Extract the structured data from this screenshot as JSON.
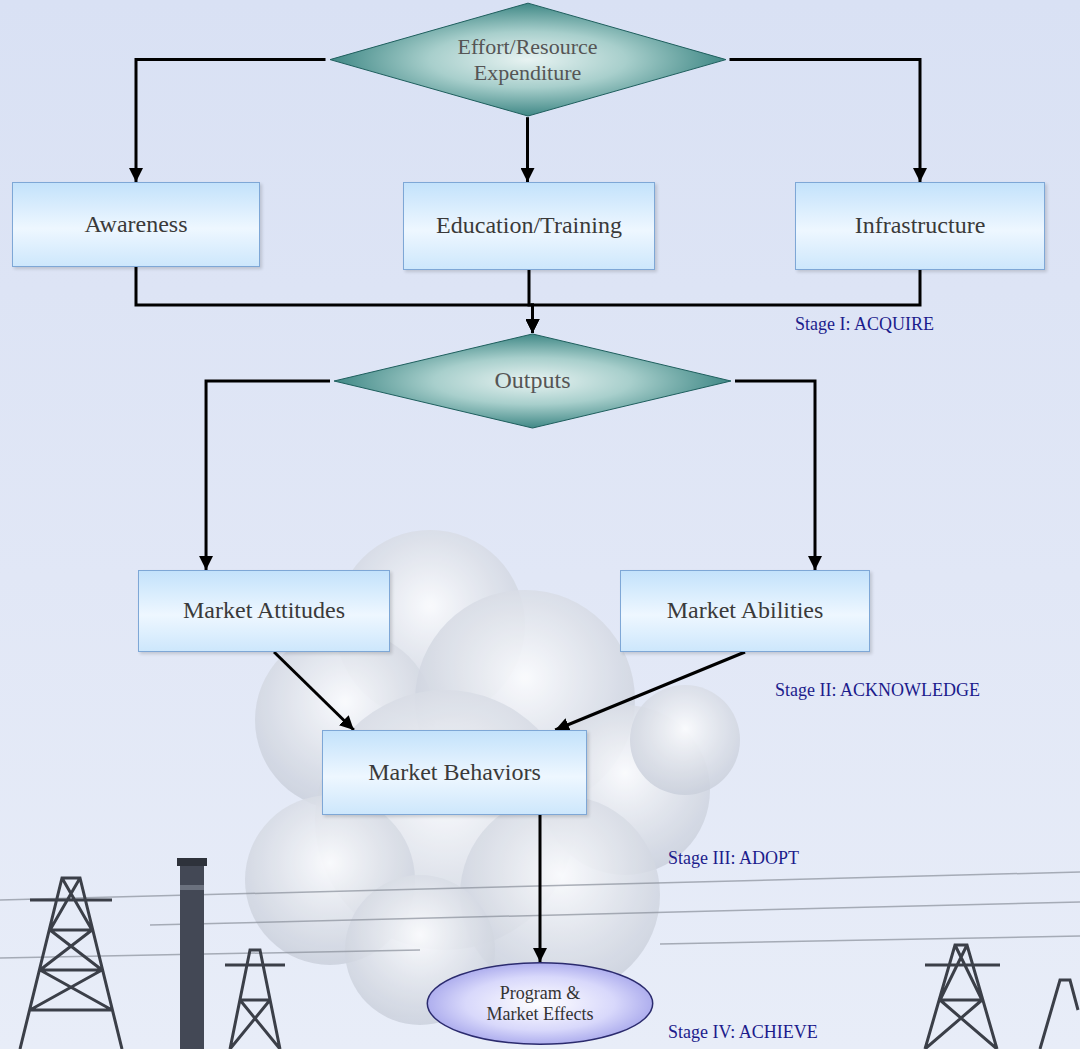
{
  "diagram": {
    "nodes": [
      {
        "text": [
          "Effort/Resource Expenditure"
        ]
      },
      {
        "text": [
          "Awareness"
        ]
      },
      {
        "text": [
          "Education/Training"
        ]
      },
      {
        "text": [
          "Infrastructure"
        ]
      },
      {
        "text": [
          "Outputs"
        ]
      },
      {
        "text": [
          "Market Attitudes"
        ]
      },
      {
        "text": [
          "Market Abilities"
        ]
      },
      {
        "text": [
          "Market Behaviors"
        ]
      },
      {
        "text": [
          "Program & Market Effects"
        ]
      }
    ],
    "edges": [
      {
        "from": 0,
        "to": 1,
        "arrow": "to"
      },
      {
        "from": 0,
        "to": 2,
        "arrow": "to"
      },
      {
        "from": 0,
        "to": 3,
        "arrow": "to"
      },
      {
        "from": 1,
        "to": 4,
        "arrow": "to"
      },
      {
        "from": 2,
        "to": 4,
        "arrow": "to"
      },
      {
        "from": 3,
        "to": 4,
        "arrow": "to"
      },
      {
        "from": 4,
        "to": 5,
        "arrow": "to"
      },
      {
        "from": 4,
        "to": 6,
        "arrow": "to"
      },
      {
        "from": 5,
        "to": 7,
        "arrow": "to"
      },
      {
        "from": 6,
        "to": 7,
        "arrow": "to"
      },
      {
        "from": 7,
        "to": 8,
        "arrow": "to"
      }
    ],
    "labels": [
      "Stage I: ACQUIRE",
      "Stage II: ACKNOWLEDGE",
      "Stage III: ADOPT",
      "Stage IV: ACHIEVE"
    ]
  }
}
